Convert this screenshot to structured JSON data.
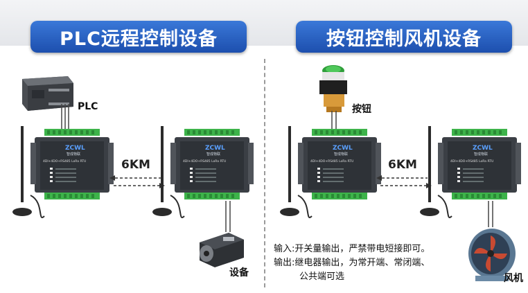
{
  "left_panel": {
    "title": "PLC远程控制设备",
    "plc_label": "PLC",
    "device_label": "设备",
    "distance": "6KM"
  },
  "right_panel": {
    "title": "按钮控制风机设备",
    "button_label": "按钮",
    "fan_label": "风机",
    "distance": "6KM",
    "input_note": "输入:开关量输出，严禁带电短接即可。",
    "output_note": "输出:继电器输出，为常开端、常闭端、",
    "output_note_cont": "公共端可选"
  },
  "rtu": {
    "brand": "ZCWL",
    "brand_sub": "智成物联",
    "model": "4DI+4DO+RS485 LoRa RTU"
  },
  "colors": {
    "banner": "#2a63c4",
    "terminal": "#3db34a",
    "rtu_body": "#3b3f45"
  }
}
